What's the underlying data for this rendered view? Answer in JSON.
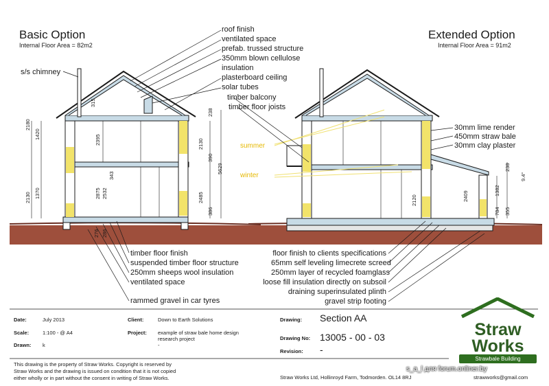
{
  "basic": {
    "title": "Basic Option",
    "area": "Internal Floor Area = 82m2"
  },
  "extended": {
    "title": "Extended Option",
    "area": "Internal Floor Area = 91m2"
  },
  "chimney_label": "s/s chimney",
  "roof_labels": [
    "roof finish",
    "ventilated space",
    "prefab. trussed structure",
    "350mm blown cellulose",
    "insulation",
    "plasterboard ceiling",
    "solar tubes",
    "timber balcony",
    "timber floor joists"
  ],
  "wall_labels": [
    "30mm lime render",
    "450mm straw bale",
    "30mm clay plaster"
  ],
  "floor_labels": [
    "timber floor finish",
    "suspended timber floor structure",
    "250mm sheeps wool insulation",
    "ventilated space",
    "rammed gravel in car tyres"
  ],
  "ext_floor_labels": [
    "floor finish to clients specifications",
    "65mm self leveling limecrete screed",
    "250mm layer of recycled foamglass",
    "loose fill insulation directly on subsoil",
    "draining superinsulated plinth",
    "gravel strip footing"
  ],
  "sun": {
    "summer": "summer",
    "winter": "winter"
  },
  "dims_basic_left": [
    "2180",
    "1420",
    "2130",
    "1370"
  ],
  "dims_basic_mid": [
    "315",
    "2395",
    "2875",
    "2532",
    "343"
  ],
  "dims_basic_right": [
    "238",
    "2130",
    "390",
    "5629",
    "2485",
    "386",
    "276",
    "286"
  ],
  "dims_ext": [
    "238",
    "9.4°",
    "2120",
    "2409",
    "1382",
    "784",
    "355"
  ],
  "titleblock": {
    "date_label": "Date:",
    "date": "July 2013",
    "scale_label": "Scale:",
    "scale": "1:100 - @ A4",
    "drawn_label": "Drawn:",
    "drawn": "k",
    "client_label": "Client:",
    "client": "Down to Earth Solutions",
    "project_label": "Project:",
    "project": "example of straw bale home design",
    "project2": "research project",
    "project3": "-",
    "drawing_label": "Drawing:",
    "drawing": "Section AA",
    "drawingno_label": "Drawing No:",
    "drawingno": "13005 - 00 - 03",
    "revision_label": "Revision:",
    "revision": "-"
  },
  "copyright": {
    "l1a": "This drawing is the property of ",
    "l1b": "Straw Works",
    ". Copyright is reserved by": "",
    "line1": "This drawing is the property of Straw Works. Copyright is reserved by",
    "line2": "Straw Works and the drawing is issued on condition that it is not copied",
    "line3": "either wholly or in part without the consent in writing of Straw Works."
  },
  "address": "Straw Works Ltd, Hollinroyd Farm, Todmorden. OL14 8RJ",
  "email": "strawworks@gmail.com",
  "watermark": "s_a_l для forum.onliner.by",
  "logo": {
    "line1": "Straw",
    "line2": "Works",
    "strip": "Strawbale Building"
  },
  "colors": {
    "straw": "#f2e36a",
    "blue": "#c8dbe6",
    "ground": "#9e4f3c",
    "ink": "#1a1a1a",
    "green": "#2e6e1f"
  }
}
